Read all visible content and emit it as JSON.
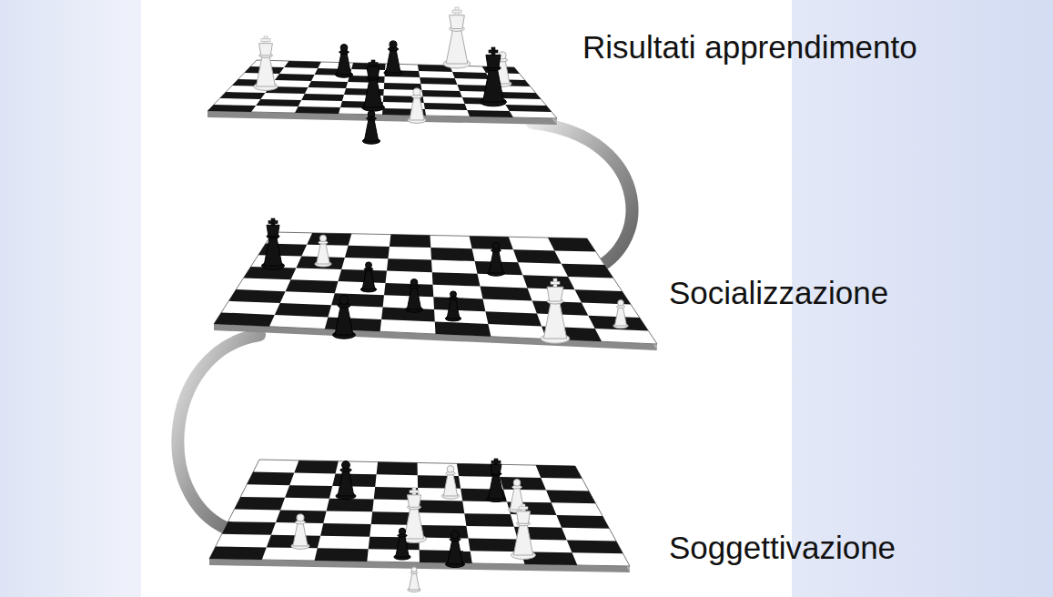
{
  "diagram": {
    "labels": [
      "Risultati apprendimento",
      "Socializzazione",
      "Soggettivazione"
    ]
  }
}
